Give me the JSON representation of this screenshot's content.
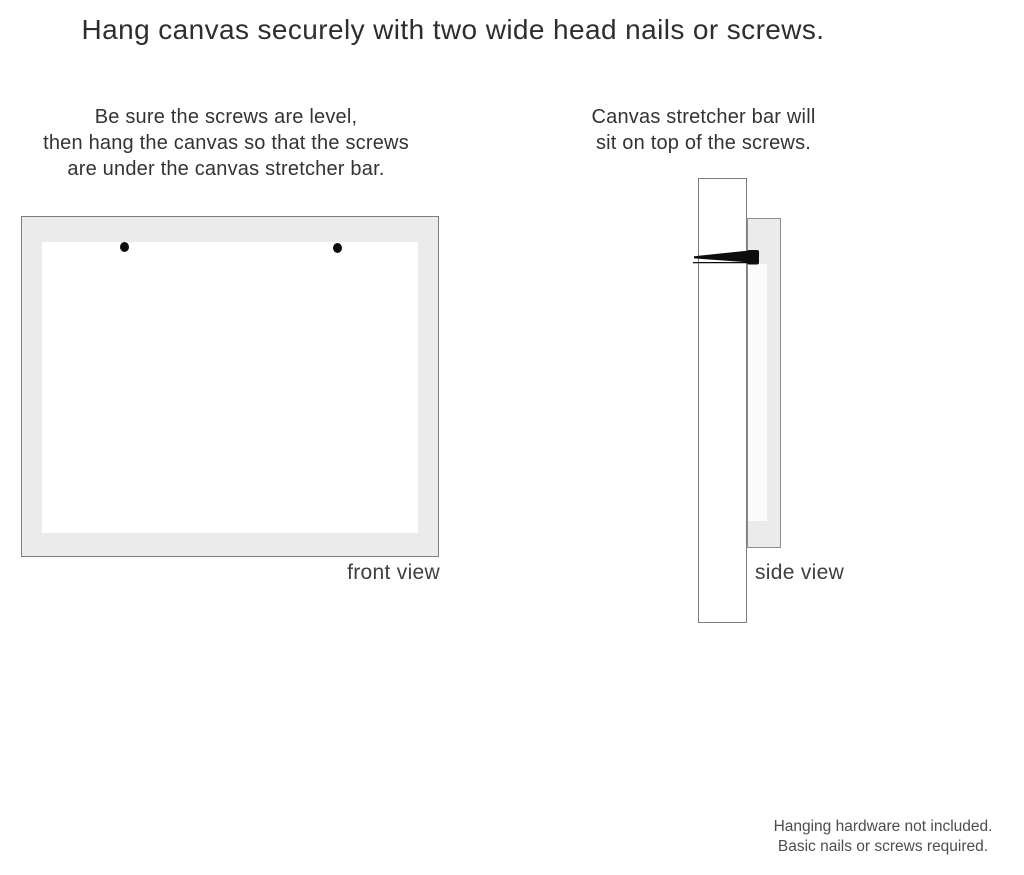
{
  "page": {
    "title": "Hang canvas securely with two wide head nails or screws."
  },
  "instructions": {
    "left": {
      "line1": "Be sure the screws are level,",
      "line2": "then hang the canvas so that the screws",
      "line3": "are under the canvas stretcher bar."
    },
    "right": {
      "line1": "Canvas stretcher bar will",
      "line2": "sit on top of the screws."
    }
  },
  "diagrams": {
    "front_view": {
      "label": "front view"
    },
    "side_view": {
      "label": "side view"
    }
  },
  "footnote": {
    "line1": "Hanging hardware not included.",
    "line2": "Basic nails or screws required."
  },
  "colors": {
    "canvas-frame": "#ebebeb",
    "outline": "#7d7d7d",
    "nail": "#0d0d0d",
    "text-dark": "#2e2e2e",
    "text-body": "#333333",
    "text-muted": "#4d4d4d"
  }
}
